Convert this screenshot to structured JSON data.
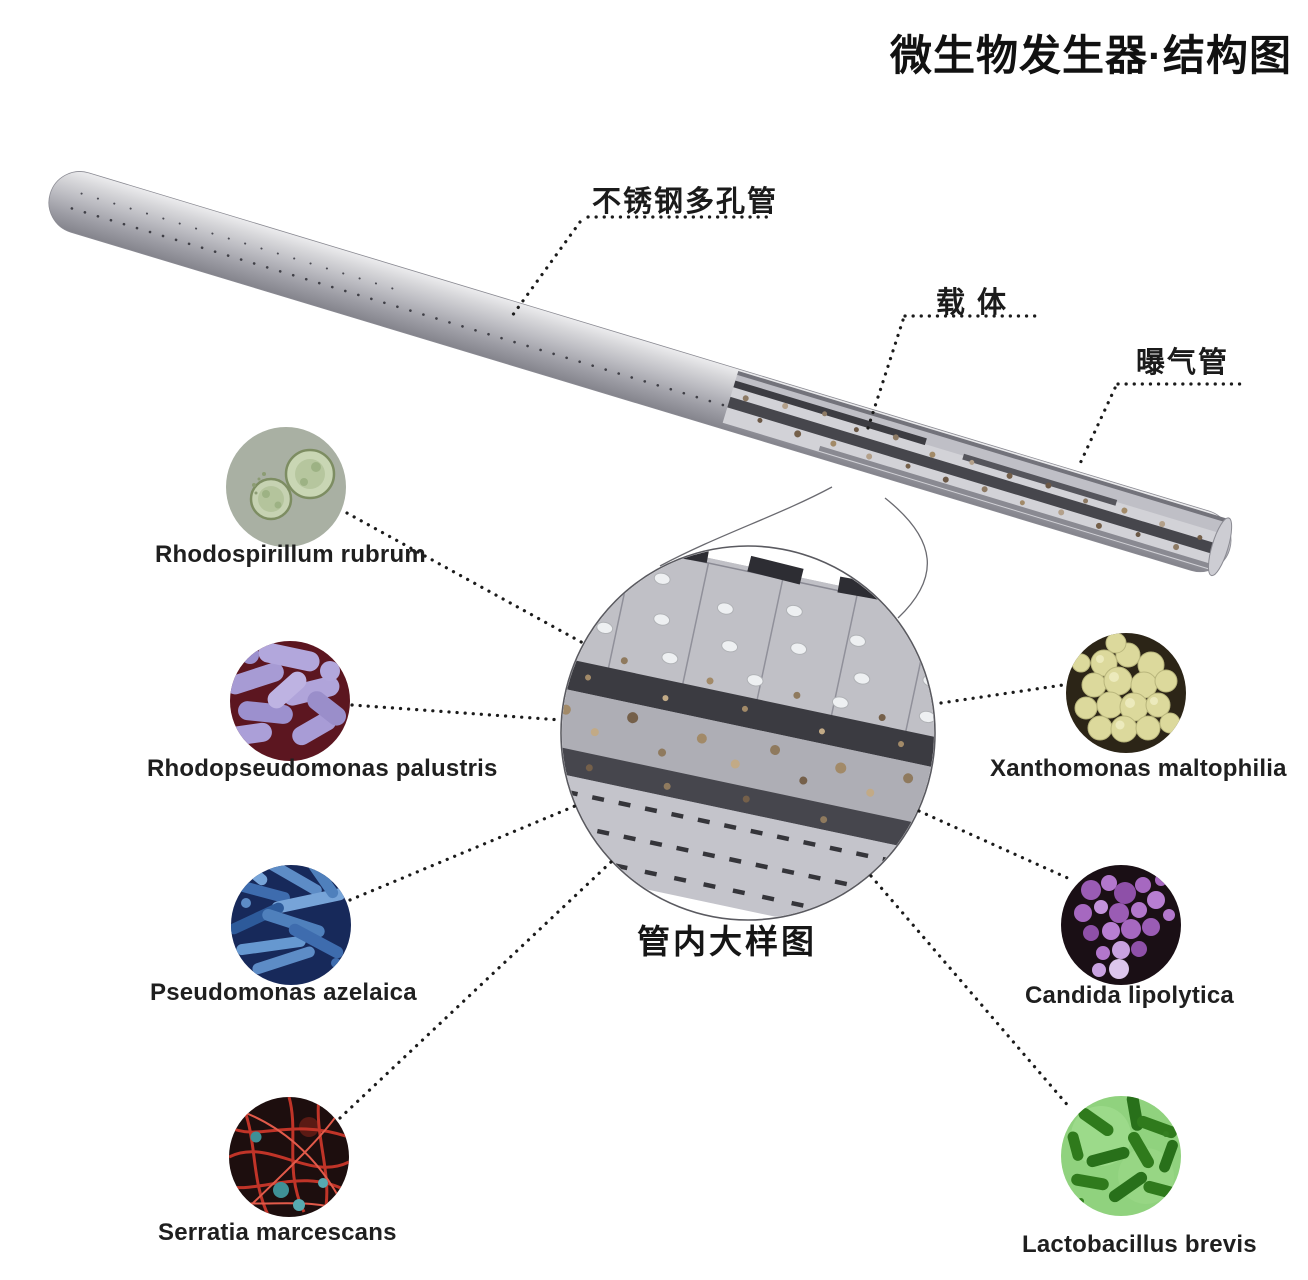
{
  "title": "微生物发生器·结构图",
  "diagram": {
    "part_labels": {
      "porous_pipe": "不锈钢多孔管",
      "carrier": "载 体",
      "aeration_pipe": "曝气管"
    },
    "magnifier_caption": "管内大样图"
  },
  "microbes": {
    "left": [
      {
        "name": "Rhodospirillum rubrum",
        "photo_bg": "#a9b0a3",
        "photo_accent": "#c6d2b2"
      },
      {
        "name": "Rhodopseudomonas palustris",
        "photo_bg": "#5c1620",
        "photo_accent": "#a79bd4"
      },
      {
        "name": "Pseudomonas azelaica",
        "photo_bg": "#17295a",
        "photo_accent": "#5d8cc6"
      },
      {
        "name": "Serratia marcescans",
        "photo_bg": "#1d0e0e",
        "photo_accent": "#c03428"
      }
    ],
    "right": [
      {
        "name": "Xanthomonas maltophilia",
        "photo_bg": "#2c2517",
        "photo_accent": "#dcd99c"
      },
      {
        "name": "Candida lipolytica",
        "photo_bg": "#1a0f15",
        "photo_accent": "#a668c0"
      },
      {
        "name": "Lactobacillus brevis",
        "photo_bg": "#90d27e",
        "photo_accent": "#2f7a1c"
      }
    ]
  }
}
